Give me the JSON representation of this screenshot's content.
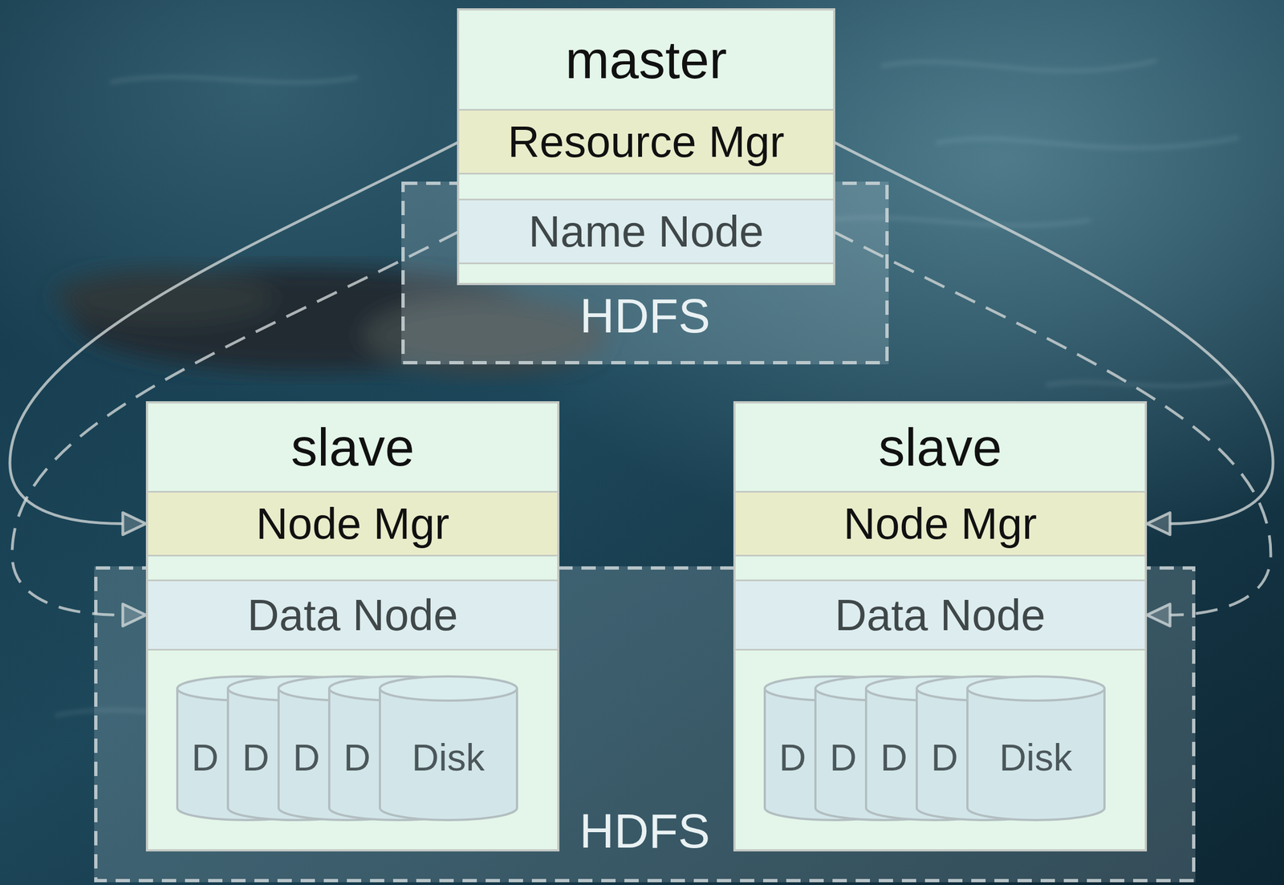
{
  "diagram": {
    "nodes": [
      {
        "text": [
          "master"
        ]
      },
      {
        "text": [
          "Resource Mgr"
        ],
        "in": 0
      },
      {
        "text": [
          "Name Node"
        ],
        "in": 0
      },
      {
        "text": [
          "HDFS"
        ]
      },
      {
        "text": [
          "slave"
        ]
      },
      {
        "text": [
          "Node Mgr"
        ],
        "in": 4
      },
      {
        "text": [
          "Data Node"
        ],
        "in": 4
      },
      {
        "text": [
          "D"
        ],
        "in": 4
      },
      {
        "text": [
          "D"
        ],
        "in": 4
      },
      {
        "text": [
          "D"
        ],
        "in": 4
      },
      {
        "text": [
          "D"
        ],
        "in": 4
      },
      {
        "text": [
          "Disk"
        ],
        "in": 4
      },
      {
        "text": [
          "slave"
        ]
      },
      {
        "text": [
          "Node Mgr"
        ],
        "in": 12
      },
      {
        "text": [
          "Data Node"
        ],
        "in": 12
      },
      {
        "text": [
          "D"
        ],
        "in": 12
      },
      {
        "text": [
          "D"
        ],
        "in": 12
      },
      {
        "text": [
          "D"
        ],
        "in": 12
      },
      {
        "text": [
          "D"
        ],
        "in": 12
      },
      {
        "text": [
          "Disk"
        ],
        "in": 12
      },
      {
        "text": [
          "HDFS"
        ]
      }
    ],
    "edges": [
      {
        "from": 1,
        "to": 5,
        "arrow": "to"
      },
      {
        "from": 2,
        "to": 6,
        "arrow": "to"
      },
      {
        "from": 1,
        "to": 13,
        "arrow": "to"
      },
      {
        "from": 2,
        "to": 14,
        "arrow": "to"
      }
    ]
  }
}
